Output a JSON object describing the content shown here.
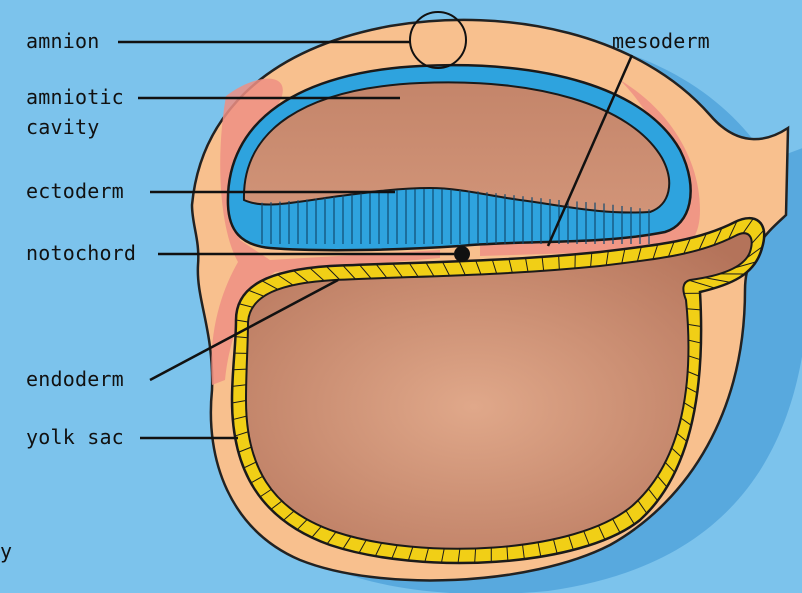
{
  "labels": {
    "amnion": "amnion",
    "amniotic_cavity_line1": "amniotic",
    "amniotic_cavity_line2": "cavity",
    "ectoderm": "ectoderm",
    "notochord": "notochord",
    "endoderm": "endoderm",
    "yolk_sac": "yolk sac",
    "mesoderm": "mesoderm",
    "corner_fragment": "y"
  },
  "colors": {
    "background": "#7cc3ec",
    "outer_tissue": "#f8c08e",
    "mesoderm": "#ef8f84",
    "amniotic_fluid": "#c98a6c",
    "ectoderm": "#2ea3de",
    "endoderm": "#f1cf16",
    "yolk": "#c08060",
    "outline": "#111111"
  }
}
